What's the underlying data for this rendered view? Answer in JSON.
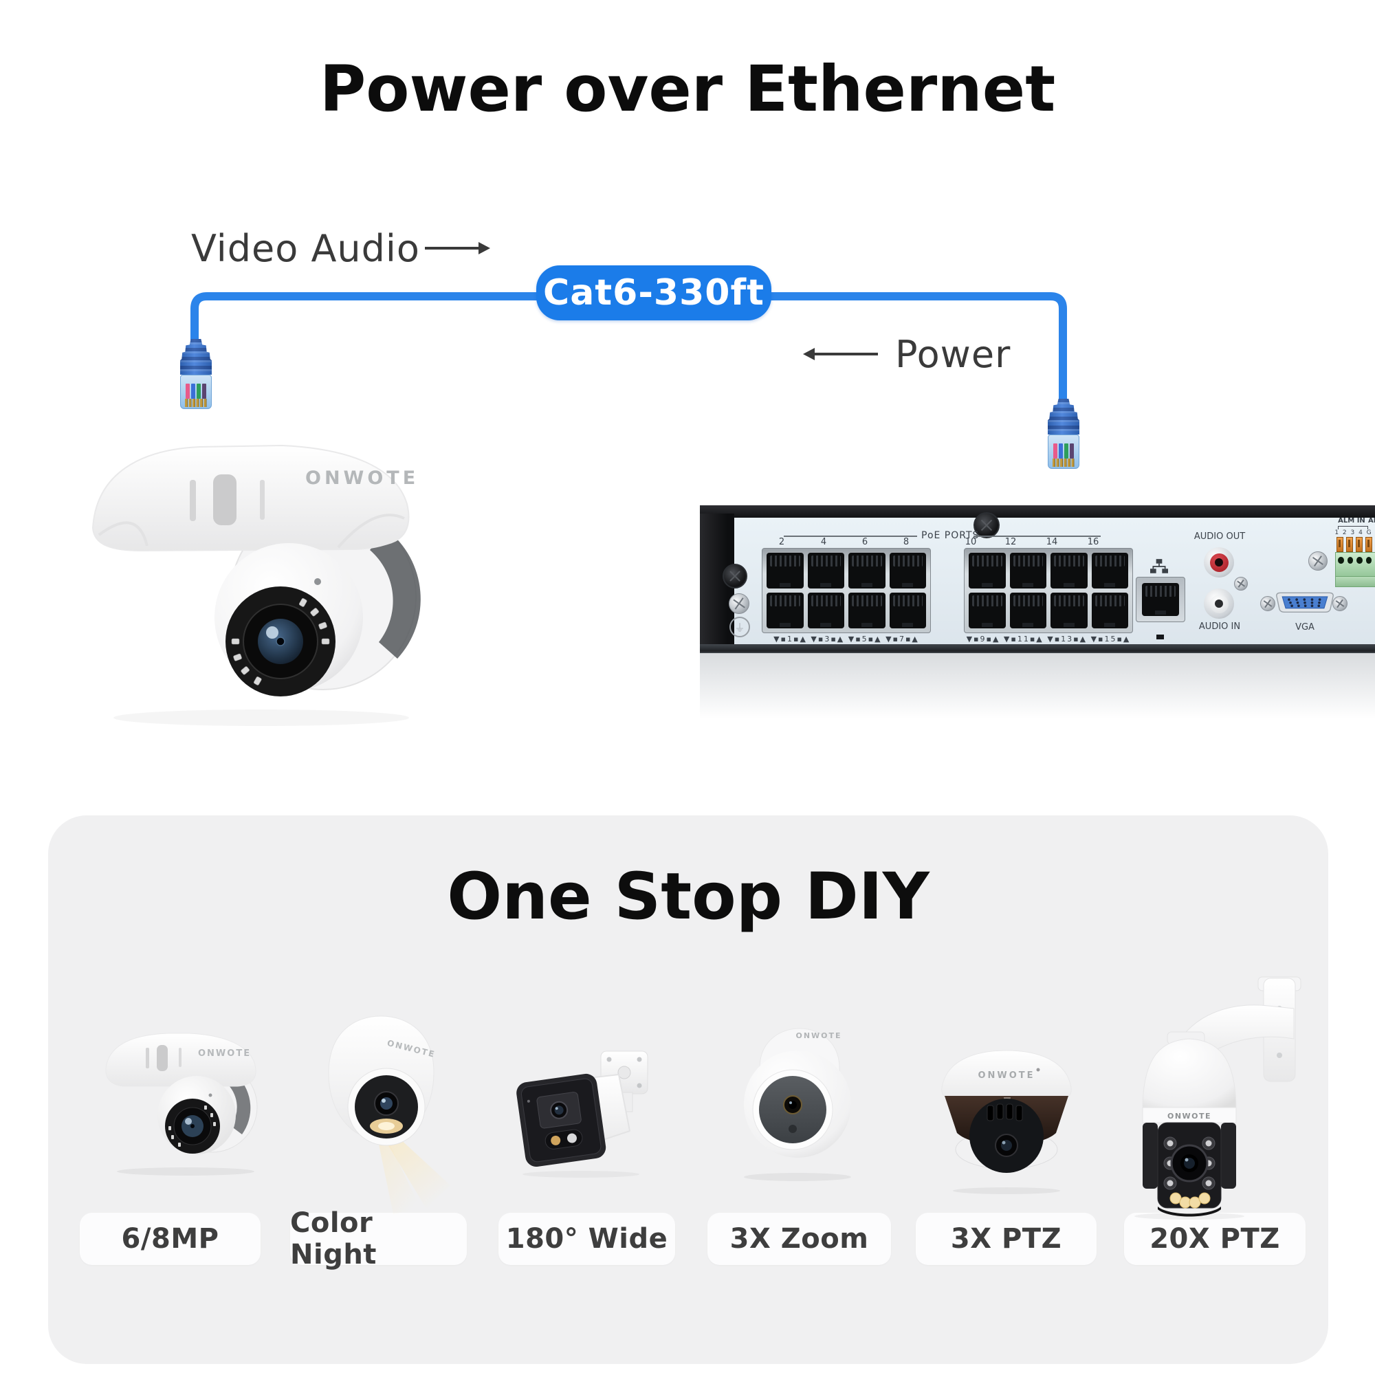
{
  "brand": "ONWOTE",
  "header": {
    "title": "Power over Ethernet"
  },
  "diagram": {
    "video_audio_label": "Video Audio",
    "power_label": "Power",
    "cable_badge": "Cat6-330ft"
  },
  "nvr": {
    "poe_ports_label": "PoE PORTS",
    "top_numbers_left": [
      "2",
      "4",
      "6",
      "8"
    ],
    "top_numbers_right": [
      "10",
      "12",
      "14",
      "16"
    ],
    "bottom_markers_left": "▼▪1▪▲ ▼▪3▪▲ ▼▪5▪▲ ▼▪7▪▲",
    "bottom_markers_right": "▼▪9▪▲ ▼▪11▪▲ ▼▪13▪▲ ▼▪15▪▲",
    "audio_out_label": "AUDIO OUT",
    "audio_in_label": "AUDIO IN",
    "vga_label": "VGA",
    "alm_in_label": "ALM IN",
    "alm_pin_labels": "1 2 3 4 G",
    "alm_out_partial_label": "AL"
  },
  "diy": {
    "title": "One Stop DIY",
    "items": [
      {
        "label": "6/8MP",
        "type": "turret-dome"
      },
      {
        "label": "Color Night",
        "type": "color-night-turret"
      },
      {
        "label": "180° Wide",
        "type": "dual-lens-bullet"
      },
      {
        "label": "3X Zoom",
        "type": "zoom-turret"
      },
      {
        "label": "3X PTZ",
        "type": "vandal-dome-ptz"
      },
      {
        "label": "20X PTZ",
        "type": "speed-dome-ptz"
      }
    ]
  },
  "colors": {
    "cable_blue": "#2b84ea",
    "badge_blue": "#1b7ce9",
    "card_bg": "#f0f0f1",
    "nvr_panel": "#e3ecf2"
  }
}
